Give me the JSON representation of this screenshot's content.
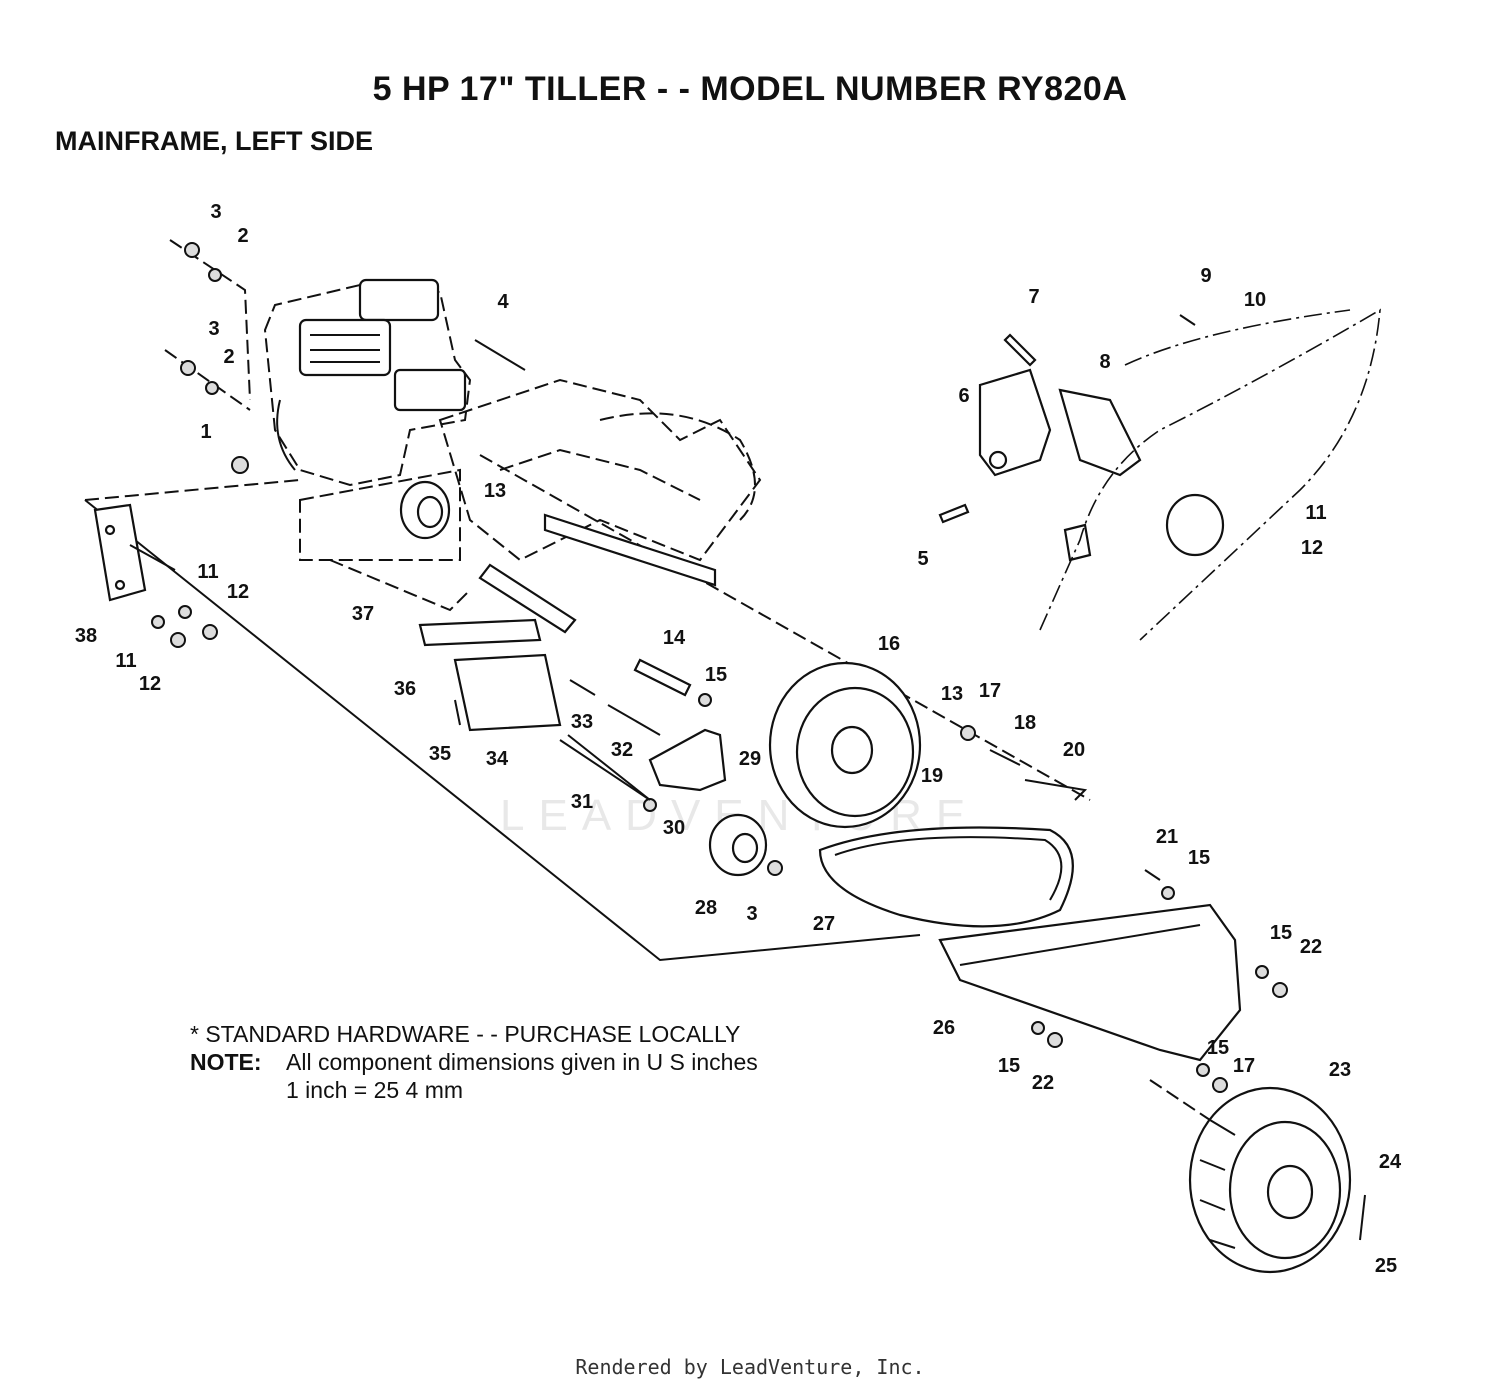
{
  "header": {
    "title": "5 HP  17\" TILLER - - MODEL NUMBER RY820A",
    "subtitle": "MAINFRAME, LEFT SIDE"
  },
  "callouts": [
    "3",
    "2",
    "3",
    "2",
    "1",
    "4",
    "13",
    "37",
    "38",
    "11",
    "12",
    "11",
    "12",
    "36",
    "35",
    "34",
    "33",
    "32",
    "31",
    "30",
    "29",
    "28",
    "3",
    "14",
    "15",
    "16",
    "13",
    "17",
    "18",
    "19",
    "20",
    "21",
    "15",
    "27",
    "26",
    "15",
    "22",
    "15",
    "22",
    "15",
    "17",
    "23",
    "24",
    "25",
    "7",
    "9",
    "10",
    "8",
    "6",
    "11",
    "12",
    "5"
  ],
  "notes": {
    "standard_hardware": "* STANDARD HARDWARE - - PURCHASE LOCALLY",
    "note_label": "NOTE:",
    "note_line1": "All component dimensions given in U S  inches",
    "note_line2": "1 inch = 25 4 mm"
  },
  "watermark": "LEADVENTURE",
  "footer": "Rendered by LeadVenture, Inc."
}
